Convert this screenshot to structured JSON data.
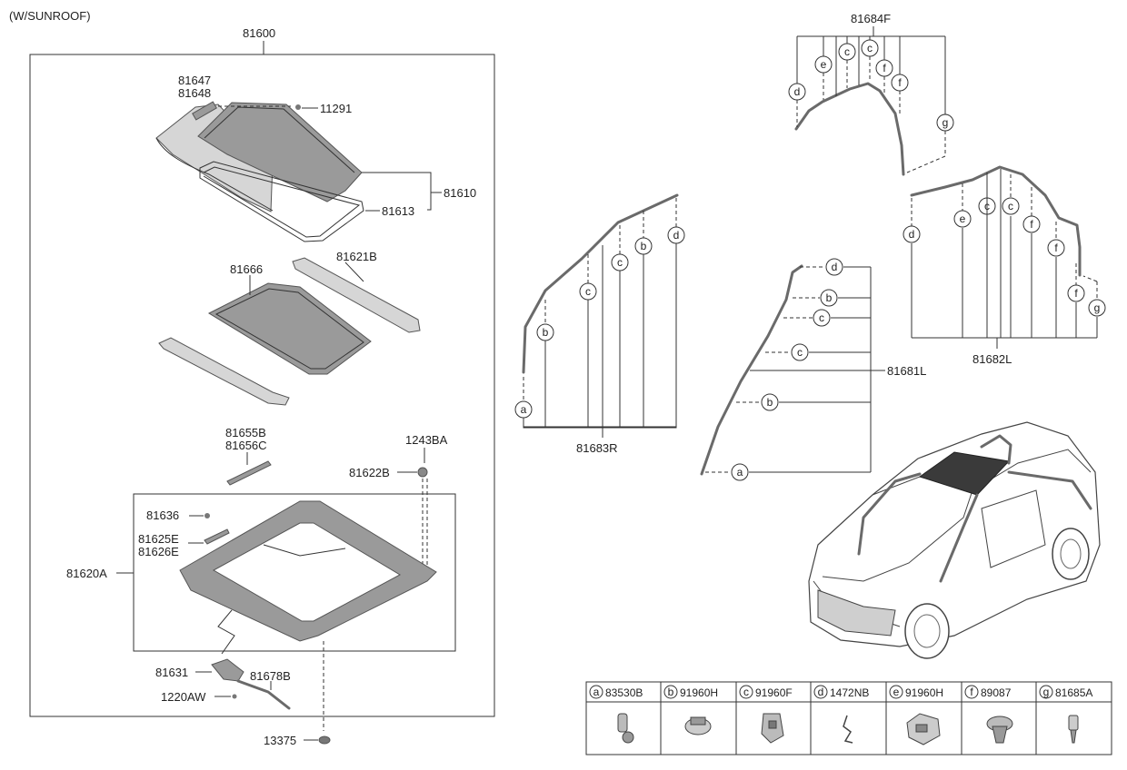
{
  "header": {
    "variant": "(W/SUNROOF)"
  },
  "assembly": {
    "label_81600": "81600",
    "label_81647": "81647",
    "label_81648": "81648",
    "label_11291": "11291",
    "label_81610": "81610",
    "label_81613": "81613",
    "label_81666": "81666",
    "label_81621B": "81621B",
    "label_81655B": "81655B",
    "label_81656C": "81656C",
    "label_1243BA": "1243BA",
    "label_81622B": "81622B",
    "label_81636": "81636",
    "label_81625E": "81625E",
    "label_81626E": "81626E",
    "label_81620A": "81620A",
    "label_81631": "81631",
    "label_81678B": "81678B",
    "label_1220AW": "1220AW",
    "label_13375": "13375"
  },
  "harness": {
    "label_81684F": "81684F",
    "label_81683R": "81683R",
    "label_81681L": "81681L",
    "label_81682L": "81682L"
  },
  "callouts": {
    "a": "a",
    "b": "b",
    "c": "c",
    "d": "d",
    "e": "e",
    "f": "f",
    "g": "g"
  },
  "legend": [
    {
      "letter": "a",
      "part": "83530B",
      "icon": "clip-icon-elbow"
    },
    {
      "letter": "b",
      "part": "91960H",
      "icon": "clip-icon-band"
    },
    {
      "letter": "c",
      "part": "91960F",
      "icon": "clip-icon-bracket"
    },
    {
      "letter": "d",
      "part": "1472NB",
      "icon": "clip-icon-wire"
    },
    {
      "letter": "e",
      "part": "91960H",
      "icon": "clip-icon-band-large"
    },
    {
      "letter": "f",
      "part": "89087",
      "icon": "clip-icon-pushpin"
    },
    {
      "letter": "g",
      "part": "81685A",
      "icon": "clip-icon-plug"
    }
  ]
}
